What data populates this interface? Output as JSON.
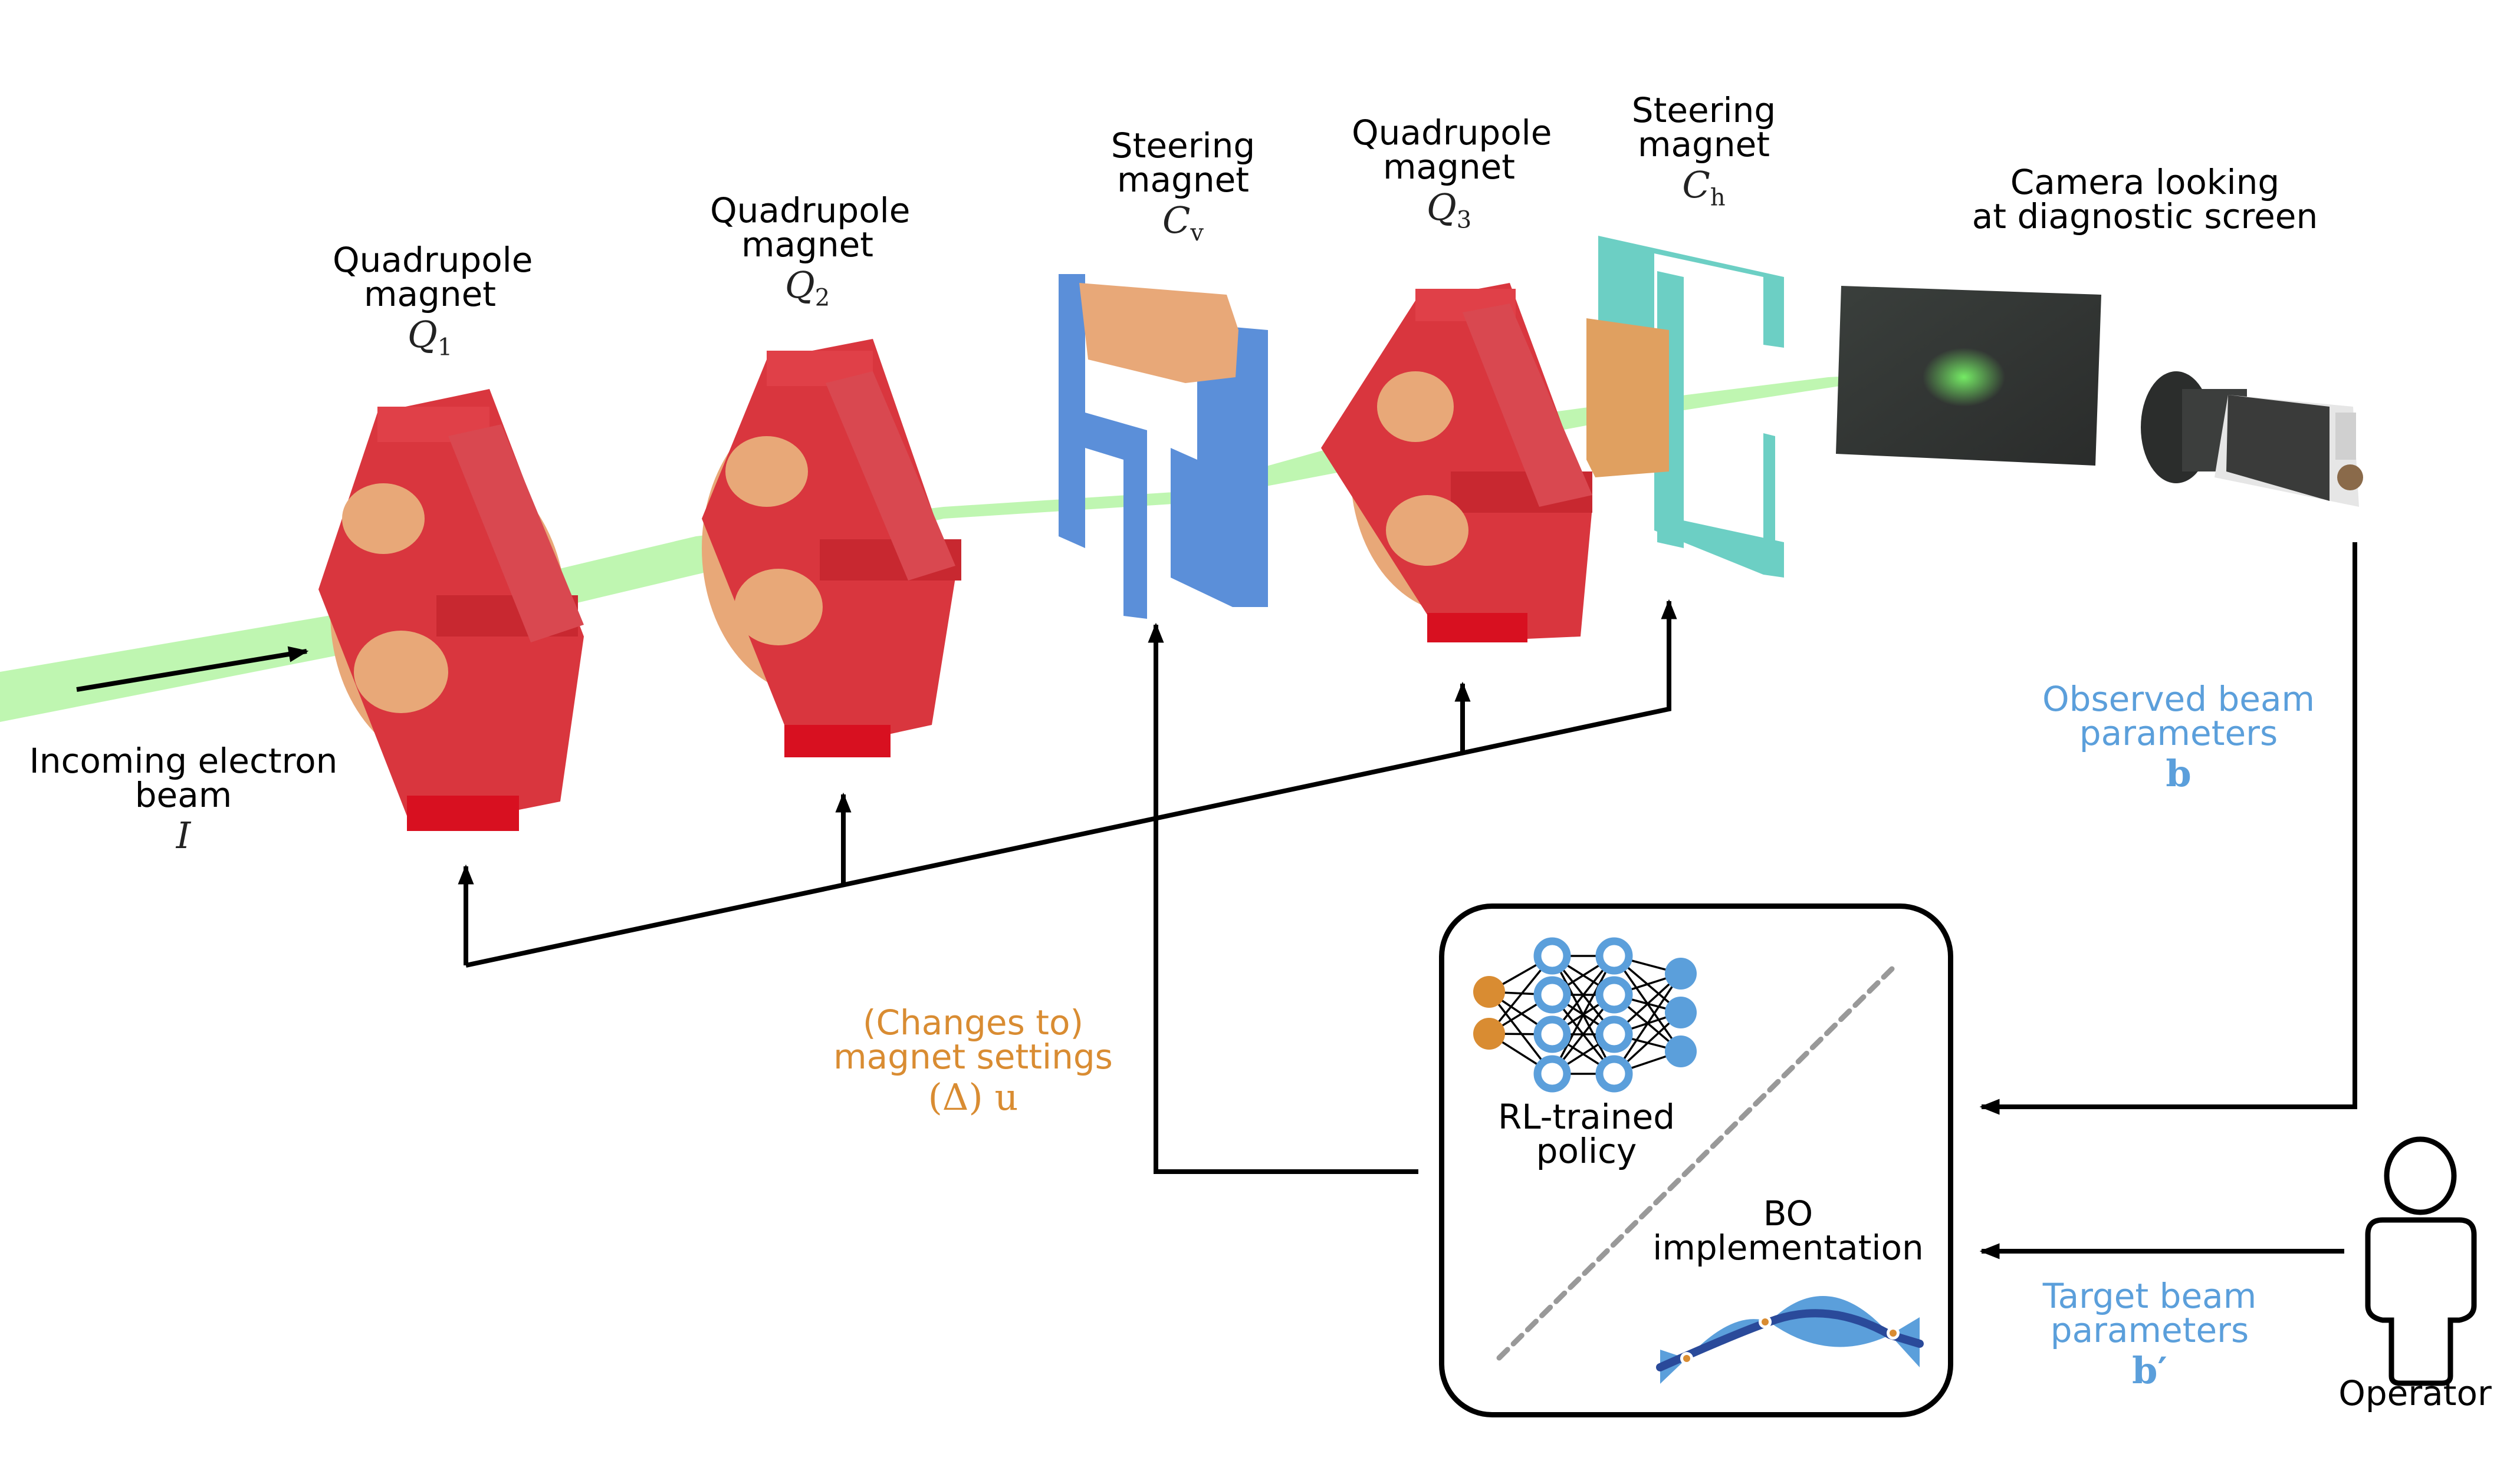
{
  "title": "RL / BO beam tuning loop",
  "components": {
    "q1": {
      "label": "Quadrupole magnet",
      "symbol": "Q",
      "subscript": "1"
    },
    "q2": {
      "label": "Quadrupole magnet",
      "symbol": "Q",
      "subscript": "2"
    },
    "cv": {
      "label": "Steering magnet",
      "symbol": "C",
      "subscript": "v"
    },
    "q3": {
      "label": "Quadrupole magnet",
      "symbol": "Q",
      "subscript": "3"
    },
    "ch": {
      "label": "Steering magnet",
      "symbol": "C",
      "subscript": "h"
    },
    "camera": {
      "label_line1": "Camera looking",
      "label_line2": "at diagnostic screen"
    }
  },
  "incoming": {
    "line1": "Incoming electron",
    "line2": "beam",
    "symbol": "I"
  },
  "actions": {
    "line1": "(Changes to)",
    "line2": "magnet settings",
    "symbol": "(Δ) u"
  },
  "observed": {
    "line1": "Observed beam",
    "line2": "parameters",
    "symbol": "b"
  },
  "target": {
    "line1": "Target beam",
    "line2": "parameters",
    "symbol": "b′"
  },
  "operator": {
    "label": "Operator"
  },
  "agent_box": {
    "rl": {
      "line1": "RL-trained",
      "line2": "policy"
    },
    "bo": {
      "line1": "BO",
      "line2": "implementation"
    }
  },
  "colors": {
    "magnet_red": "#D9363E",
    "coil_orange": "#E8A878",
    "steering_blue": "#5B8FD9",
    "steering_teal": "#6CCFC4",
    "beam_green": "#B8F5A8",
    "action_orange": "#D98C32",
    "param_blue": "#5B9FDB",
    "nn_blue": "#5B9FDB",
    "gp_dark": "#2A4A9A"
  }
}
